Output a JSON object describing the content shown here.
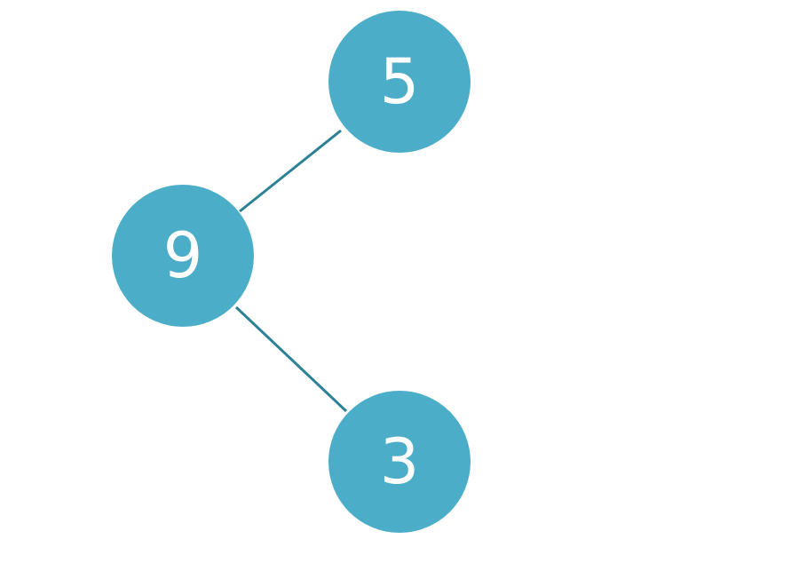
{
  "diagram": {
    "type": "tree",
    "colors": {
      "node_fill": "#4cadc9",
      "edge_stroke": "#2d8196",
      "label_color": "#ffffff"
    },
    "nodes": [
      {
        "id": "root",
        "label": "9"
      },
      {
        "id": "child_top",
        "label": "5"
      },
      {
        "id": "child_bottom",
        "label": "3"
      }
    ],
    "edges": [
      {
        "from": "root",
        "to": "child_top"
      },
      {
        "from": "root",
        "to": "child_bottom"
      }
    ]
  }
}
